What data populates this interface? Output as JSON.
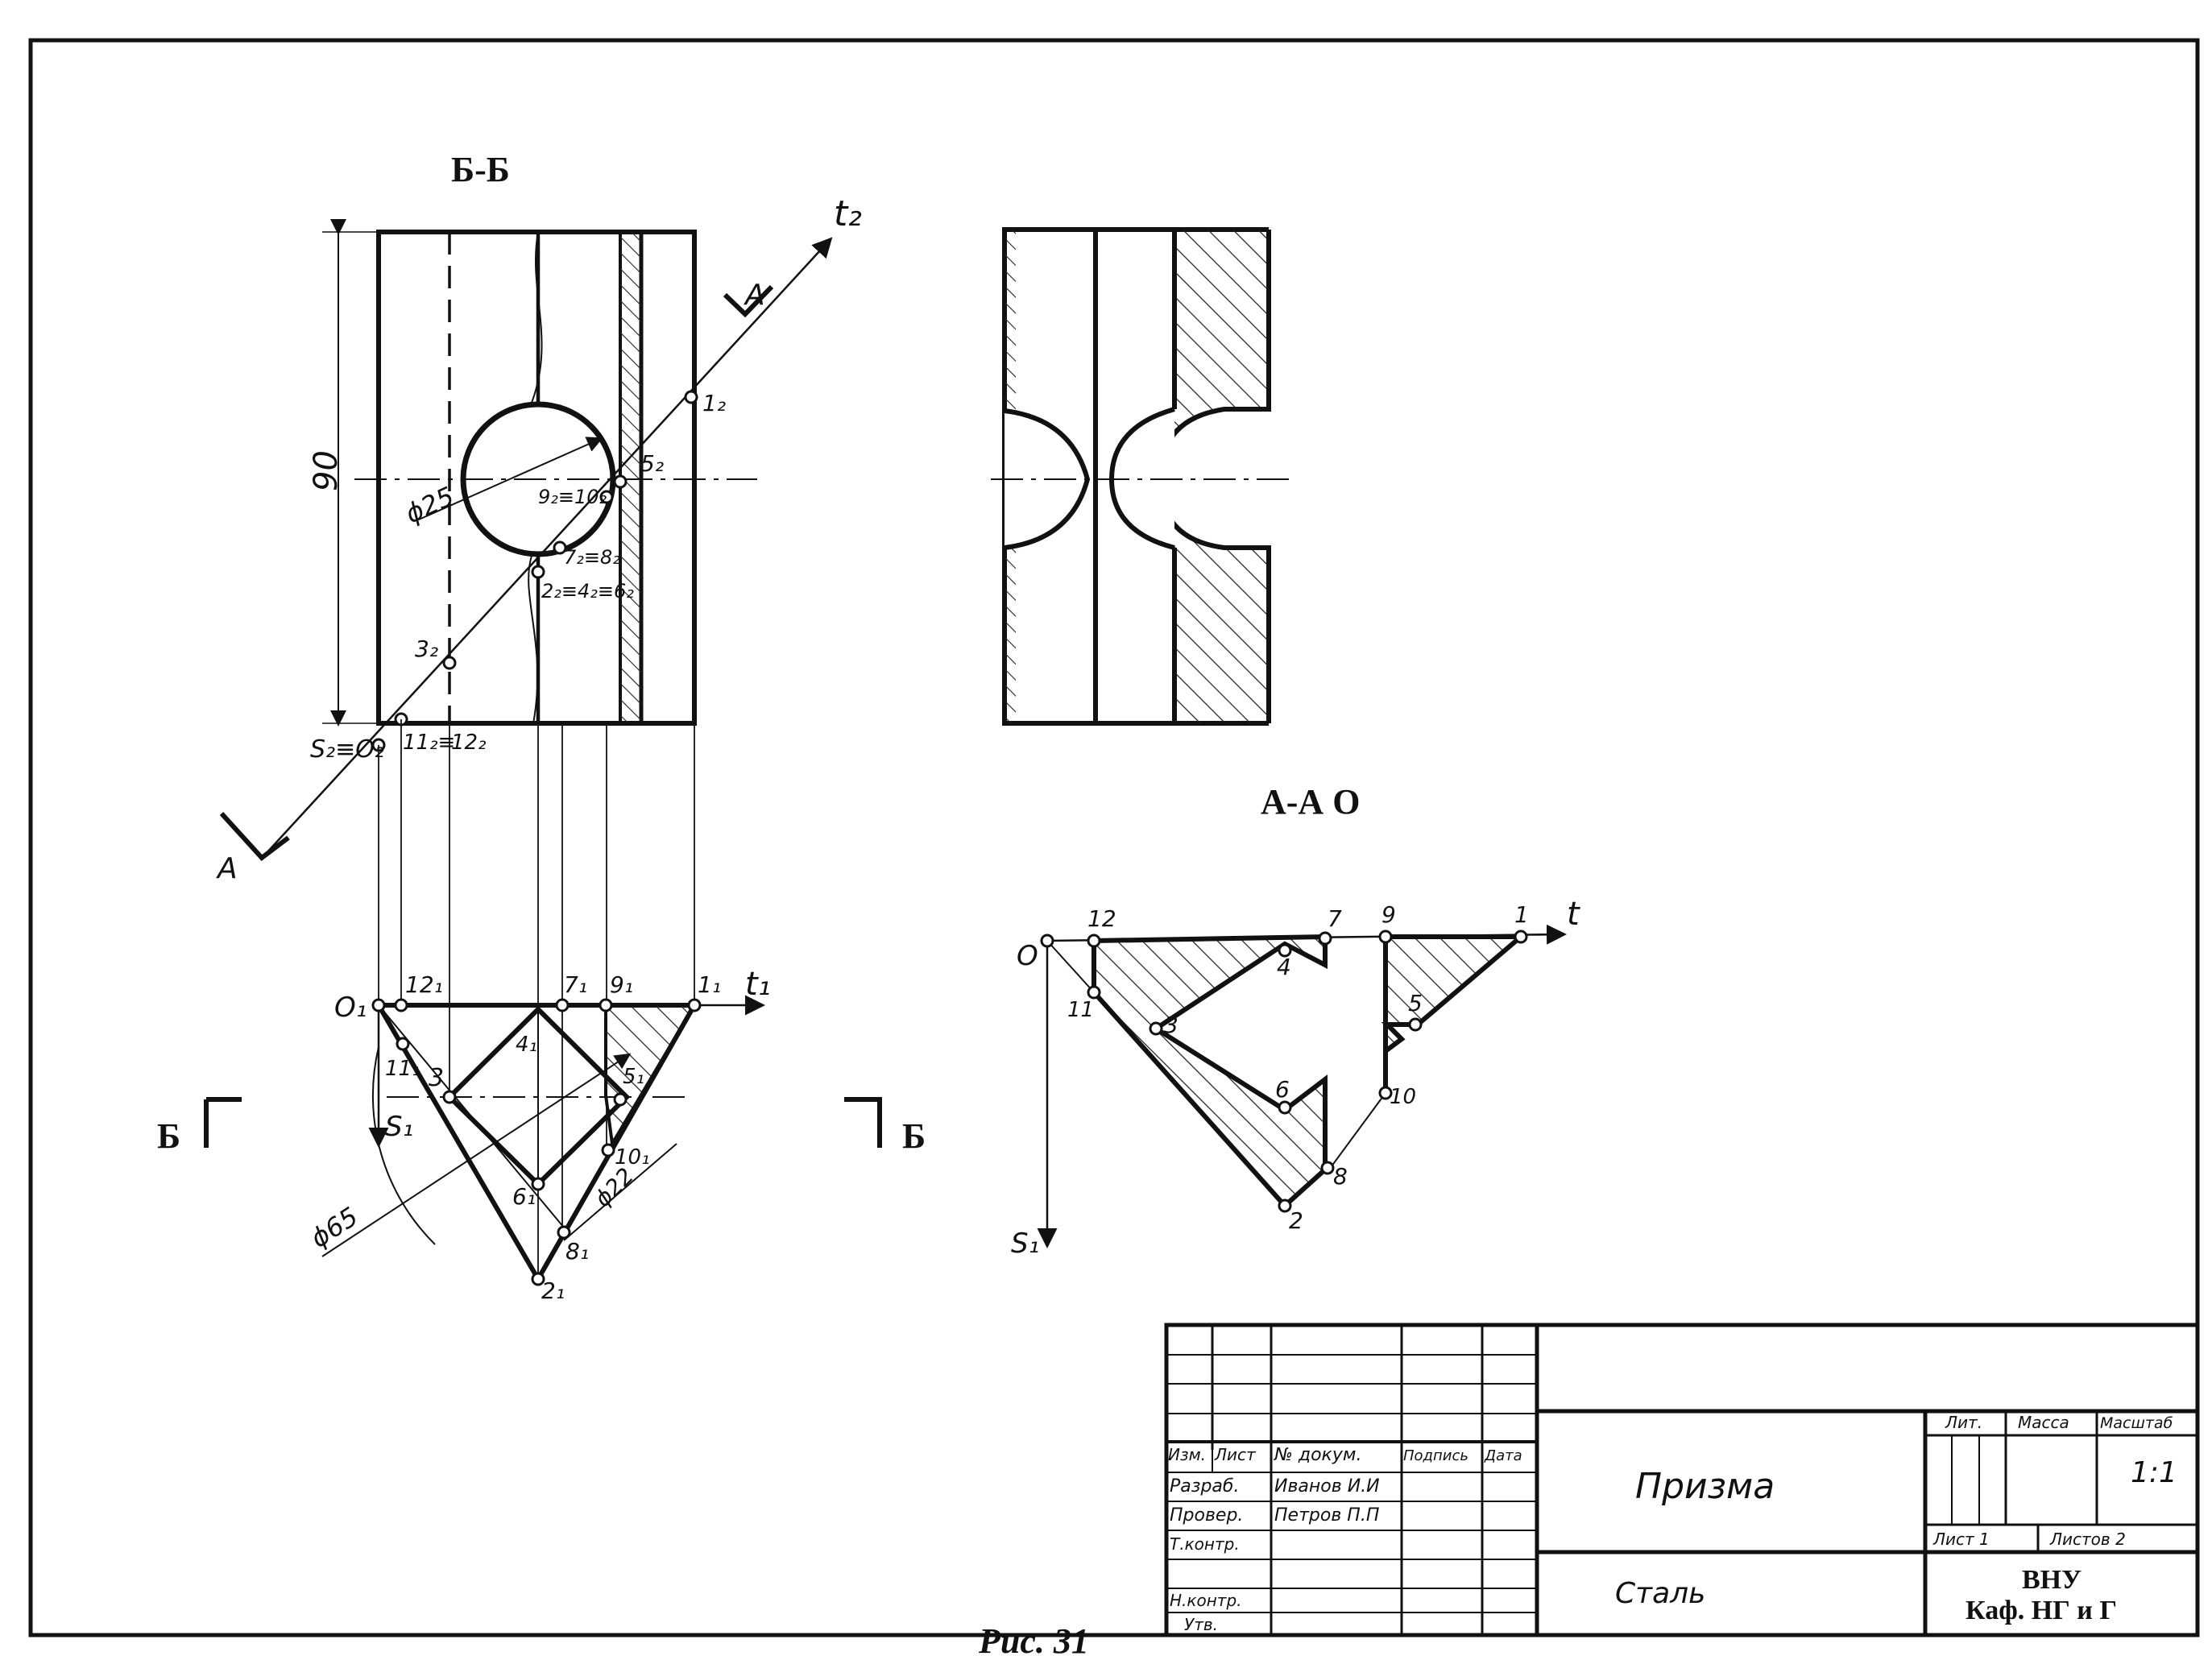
{
  "figure_caption": "Рис. 31",
  "views": {
    "section_bb": {
      "label": "Б-Б"
    },
    "section_aa": {
      "label": "А-А О"
    }
  },
  "dimensions": {
    "height": "90",
    "hole_diameter": "ϕ25",
    "outer_diameter": "ϕ65",
    "wall": "ϕ22"
  },
  "axis_labels": {
    "t2": "t₂",
    "t1": "t₁",
    "s1": "S₁",
    "t_true": "t",
    "s1_true": "S₁"
  },
  "cutting_plane": {
    "a_top": "A",
    "a_bottom": "A",
    "b_left": "Б",
    "b_right": "Б"
  },
  "front_points": {
    "p1": "1₂",
    "p5": "5₂",
    "p9": "9₂≡10₂",
    "p7": "7₂≡8₂",
    "p2": "2₂≡4₂≡6₂",
    "p3": "3₂",
    "p11": "11₂≡",
    "p12": "12₂",
    "ps": "S₂≡O₂"
  },
  "top_points": {
    "o1": "O₁",
    "p12": "12₁",
    "p7": "7₁",
    "p9": "9₁",
    "p1": "1₁",
    "p11": "11₁",
    "p3": "3",
    "p4": "4₁",
    "p5": "5₁",
    "p6": "6₁",
    "p10": "10₁",
    "p8": "8₁",
    "p2": "2₁"
  },
  "true_points": {
    "o": "O",
    "p12": "12",
    "p7": "7",
    "p9": "9",
    "p1": "1",
    "p11": "11",
    "p4": "4",
    "p3": "3",
    "p5": "5",
    "p6": "6",
    "p10": "10",
    "p8": "8",
    "p2": "2"
  },
  "title_block": {
    "col_izm": "Изм.",
    "col_list": "Лист",
    "col_doc": "№ докум.",
    "col_sign": "Подпись",
    "col_date": "Дата",
    "row_razrab": "Разраб.",
    "razrab_name": "Иванов И.И",
    "row_prover": "Провер.",
    "prover_name": "Петров П.П",
    "row_tkontr": "Т.контр.",
    "row_nkontr": "Н.контр.",
    "row_utv": "Утв.",
    "title": "Призма",
    "material": "Сталь",
    "lit": "Лит.",
    "mass": "Масса",
    "scale_h": "Масштаб",
    "scale": "1:1",
    "sheet": "Лист 1",
    "sheets": "Листов 2",
    "org1": "ВНУ",
    "org2": "Каф. НГ и Г"
  }
}
